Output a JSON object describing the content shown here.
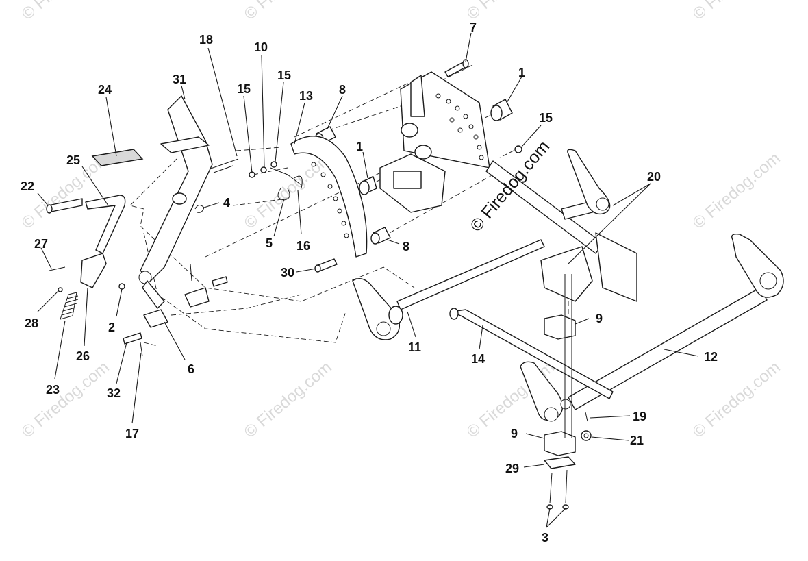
{
  "copyright_text": "© Firedog.com",
  "watermark_text": "© Firedog.com",
  "callouts": [
    "1",
    "1",
    "2",
    "3",
    "4",
    "5",
    "6",
    "7",
    "8",
    "8",
    "9",
    "9",
    "10",
    "11",
    "12",
    "13",
    "14",
    "15",
    "15",
    "15",
    "16",
    "17",
    "18",
    "19",
    "20",
    "21",
    "22",
    "23",
    "24",
    "25",
    "26",
    "27",
    "28",
    "29",
    "30",
    "31",
    "32"
  ]
}
